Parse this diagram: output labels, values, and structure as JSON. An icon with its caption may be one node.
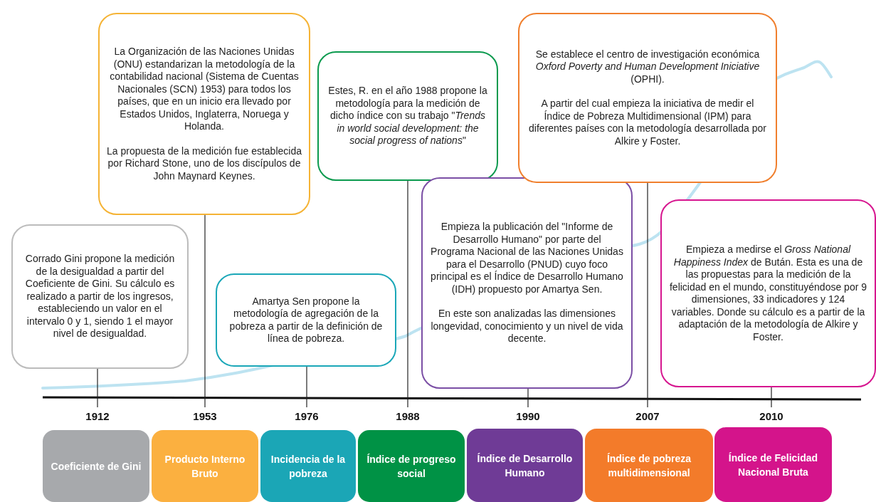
{
  "diagram": {
    "nodes": [
      {
        "text": [
          "Corrado Gini propone la medición de la desigualdad a partir del Coeficiente de Gini. Su cálculo es realizado a partir de los ingresos, estableciendo un valor en el intervalo 0 y 1, siendo 1 el mayor nivel de desigualdad."
        ]
      },
      {
        "text": [
          "La Organización de las Naciones Unidas (ONU) estandarizan la metodología de la contabilidad nacional (Sistema de Cuentas Nacionales (SCN) 1953) para todos los países, que en un inicio era llevado por Estados Unidos, Inglaterra, Noruega y Holanda.",
          "La propuesta de la medición fue establecida por Richard Stone, uno de los discípulos de John Maynard Keynes."
        ]
      },
      {
        "text": [
          "Amartya Sen propone la metodología de agregación de la pobreza a partir de la definición de línea de pobreza."
        ]
      },
      {
        "text": [
          "Estes, R. en el año 1988 propone la metodología para la medición de dicho índice con su trabajo \"*Trends in world social development: the social progress of nations*\""
        ]
      },
      {
        "text": [
          "Empieza la publicación del \"Informe de Desarrollo Humano\" por parte del Programa Nacional de las Naciones Unidas para el Desarrollo (PNUD) cuyo foco principal es el Índice de Desarrollo Humano (IDH) propuesto por Amartya Sen.",
          "En este son analizadas las dimensiones longevidad, conocimiento y un nivel de vida decente."
        ]
      },
      {
        "text": [
          "Se establece el centro de investigación económica *Oxford Poverty and Human Development Iniciative* (OPHI).",
          "A partir del cual empieza la iniciativa de medir el Índice de Pobreza Multidimensional (IPM) para diferentes países con la metodología desarrollada por Alkire y Foster."
        ]
      },
      {
        "text": [
          "Empieza a medirse el *Gross National Happiness Index* de Bután. Esta es una de las propuestas para la medición de la felicidad en el mundo, constituyéndose por 9 dimensiones, 33 indicadores y 124 variables. Donde su cálculo es a partir de la adaptación de la metodología de Alkire y Foster."
        ]
      },
      {
        "text": [
          "1912"
        ]
      },
      {
        "text": [
          "1953"
        ]
      },
      {
        "text": [
          "1976"
        ]
      },
      {
        "text": [
          "1988"
        ]
      },
      {
        "text": [
          "1990"
        ]
      },
      {
        "text": [
          "2007"
        ]
      },
      {
        "text": [
          "2010"
        ]
      },
      {
        "text": [
          "Coeficiente de Gini"
        ]
      },
      {
        "text": [
          "Producto Interno Bruto"
        ]
      },
      {
        "text": [
          "Incidencia de la pobreza"
        ]
      },
      {
        "text": [
          "Índice de progreso social"
        ]
      },
      {
        "text": [
          "Índice de Desarrollo Humano"
        ]
      },
      {
        "text": [
          "Índice de pobreza multidimensional"
        ]
      },
      {
        "text": [
          "Índice de Felicidad Nacional Bruta"
        ]
      }
    ],
    "edges": [
      {
        "from": 0,
        "to": 7,
        "arrow": "none"
      },
      {
        "from": 1,
        "to": 8,
        "arrow": "none"
      },
      {
        "from": 2,
        "to": 9,
        "arrow": "none"
      },
      {
        "from": 3,
        "to": 10,
        "arrow": "none"
      },
      {
        "from": 4,
        "to": 11,
        "arrow": "none"
      },
      {
        "from": 5,
        "to": 12,
        "arrow": "none"
      },
      {
        "from": 6,
        "to": 13,
        "arrow": "none"
      }
    ]
  }
}
